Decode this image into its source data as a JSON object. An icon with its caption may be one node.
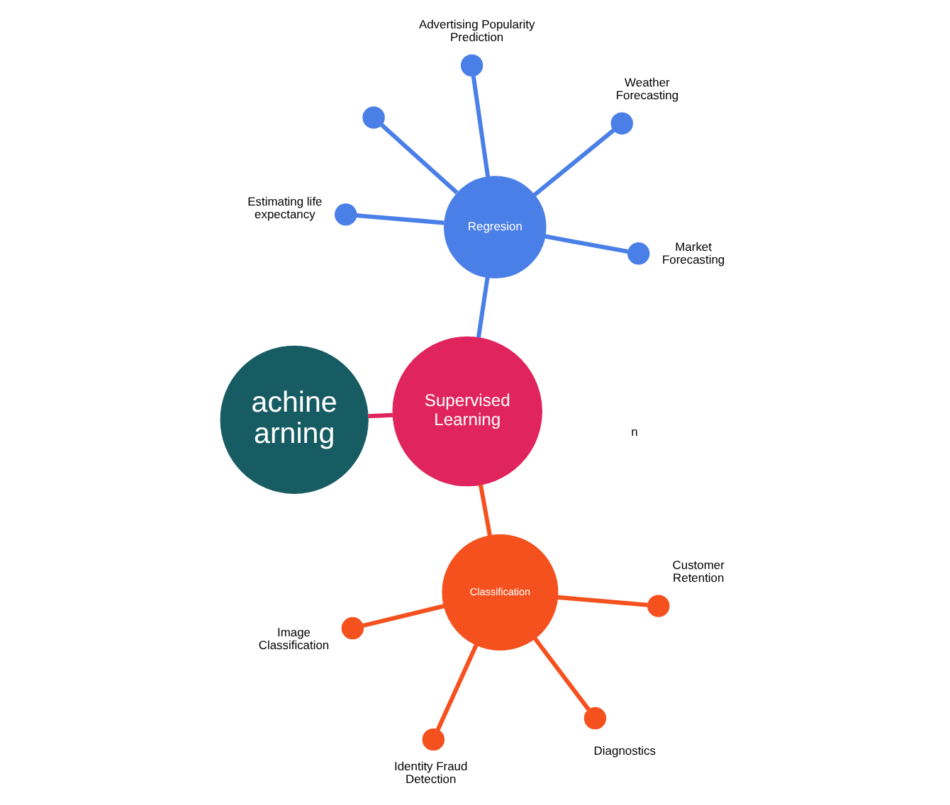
{
  "diagram": {
    "nodes": [
      {
        "text": [
          "Supervised Learning"
        ]
      },
      {
        "text": [
          "Classification"
        ]
      },
      {
        "text": [],
        "shape": "circle",
        "beside": [
          "Image Classification"
        ]
      },
      {
        "text": [],
        "shape": "circle",
        "beside": [
          "Customer Retention"
        ]
      },
      {
        "text": [],
        "shape": "circle",
        "beside": [
          "Identity Fraud Detection"
        ]
      },
      {
        "text": [],
        "shape": "circle",
        "beside": [
          "Diagnostics"
        ]
      },
      {
        "text": [
          "Regresion"
        ]
      },
      {
        "text": [],
        "shape": "circle",
        "beside": [
          "Advertising Popularity Prediction"
        ]
      },
      {
        "text": [],
        "shape": "circle",
        "beside": [
          "Weather Forecasting"
        ]
      },
      {
        "text": [],
        "shape": "circle",
        "beside": [
          "Market Forecasting"
        ]
      },
      {
        "text": [],
        "shape": "circle",
        "beside": [
          "Estimating life expectancy"
        ]
      },
      {
        "text": [],
        "shape": "circle"
      },
      {
        "text": [
          "achine arning"
        ]
      }
    ],
    "edges": [
      {
        "from": 12,
        "to": 0,
        "arrow": "none",
        "color": "#e0245e"
      },
      {
        "from": 0,
        "to": 1,
        "arrow": "none",
        "color": "#f4511e"
      },
      {
        "from": 0,
        "to": 6,
        "arrow": "none",
        "color": "#4a7fe8"
      },
      {
        "from": 1,
        "to": 2,
        "arrow": "none",
        "color": "#f4511e"
      },
      {
        "from": 1,
        "to": 3,
        "arrow": "none",
        "color": "#f4511e"
      },
      {
        "from": 1,
        "to": 4,
        "arrow": "none",
        "color": "#f4511e"
      },
      {
        "from": 1,
        "to": 5,
        "arrow": "none",
        "color": "#f4511e"
      },
      {
        "from": 6,
        "to": 7,
        "arrow": "none",
        "color": "#4a7fe8"
      },
      {
        "from": 6,
        "to": 8,
        "arrow": "none",
        "color": "#4a7fe8"
      },
      {
        "from": 6,
        "to": 9,
        "arrow": "none",
        "color": "#4a7fe8"
      },
      {
        "from": 6,
        "to": 10,
        "arrow": "none",
        "color": "#4a7fe8"
      },
      {
        "from": 6,
        "to": 11,
        "arrow": "none",
        "color": "#4a7fe8"
      }
    ],
    "labels": [
      "n"
    ]
  }
}
